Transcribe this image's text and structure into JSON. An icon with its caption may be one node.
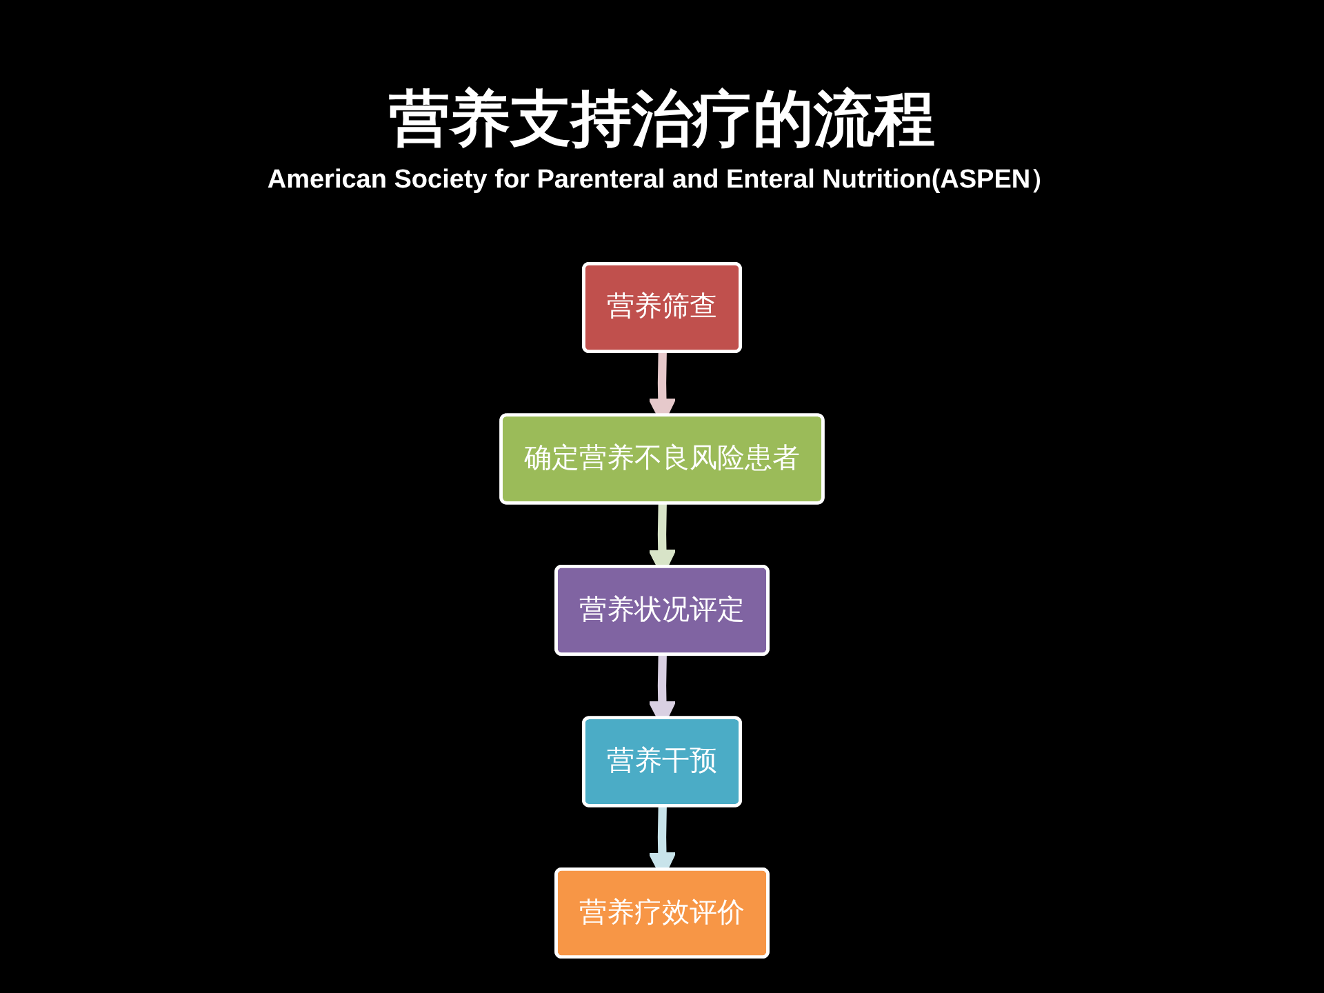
{
  "diagram": {
    "title": "营养支持治疗的流程",
    "nodes": [
      {
        "text": [
          "营养筛查"
        ]
      },
      {
        "text": [
          "确定营养不良风险患者"
        ]
      },
      {
        "text": [
          "营养状况评定"
        ]
      },
      {
        "text": [
          "营养干预"
        ]
      },
      {
        "text": [
          "营养疗效评价"
        ]
      }
    ],
    "edges": [
      {
        "from": 0,
        "to": 1,
        "arrow": "to",
        "color": "#e6c9cb"
      },
      {
        "from": 1,
        "to": 2,
        "arrow": "to",
        "color": "#d8e4c8"
      },
      {
        "from": 2,
        "to": 3,
        "arrow": "to",
        "color": "#d9d0e2"
      },
      {
        "from": 3,
        "to": 4,
        "arrow": "to",
        "color": "#c8e3ea"
      }
    ],
    "labels": [
      "American Society for Parenteral and Enteral Nutrition(ASPEN）"
    ]
  }
}
